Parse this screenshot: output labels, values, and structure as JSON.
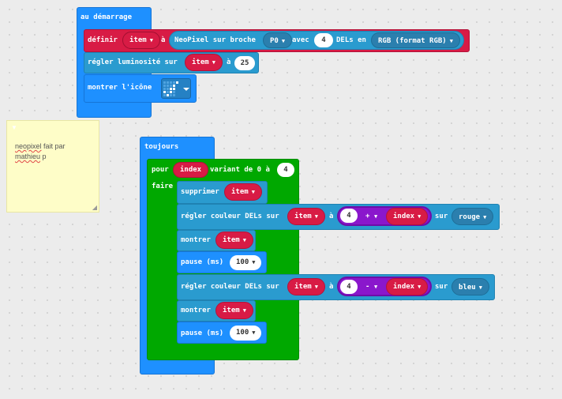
{
  "start": {
    "hat_label": "au démarrage",
    "set_block": {
      "label": "définir",
      "var": "item",
      "to": "à",
      "neopixel": "NeoPixel sur broche",
      "pin": "P0",
      "with": "avec",
      "count": "4",
      "leds_in": "DELs en",
      "format": "RGB (format RGB)"
    },
    "brightness_block": {
      "label": "régler luminosité sur",
      "var": "item",
      "to": "à",
      "value": "25"
    },
    "icon_block": {
      "label": "montrer l'icône",
      "icon": "led-pattern-icon"
    }
  },
  "note": {
    "word1": "neopixel",
    "text1": " fait par",
    "word2": "mathieu",
    "text2": " p"
  },
  "forever": {
    "hat_label": "toujours",
    "for_block": {
      "label": "pour",
      "var": "index",
      "range_label": "variant de 0 à",
      "end": "4",
      "do_label": "faire"
    },
    "body": [
      {
        "label": "supprimer",
        "var": "item"
      },
      {
        "label": "régler couleur DELs sur",
        "var": "item",
        "to": "à",
        "num": "4",
        "op": "+",
        "operand": "index",
        "on": "sur",
        "color": "rouge"
      },
      {
        "label": "montrer",
        "var": "item"
      },
      {
        "label": "pause (ms)",
        "value": "100"
      },
      {
        "label": "régler couleur DELs sur",
        "var": "item",
        "to": "à",
        "num": "4",
        "op": "-",
        "operand": "index",
        "on": "sur",
        "color": "bleu"
      },
      {
        "label": "montrer",
        "var": "item"
      },
      {
        "label": "pause (ms)",
        "value": "100"
      }
    ]
  },
  "colors": {
    "basic_blue": "#1e90ff",
    "neopixel_blue": "#2a9bcf",
    "variable_red": "#d81b45",
    "loop_green": "#00a800",
    "math_purple": "#8a17cc",
    "note_yellow": "#fefdc8"
  }
}
